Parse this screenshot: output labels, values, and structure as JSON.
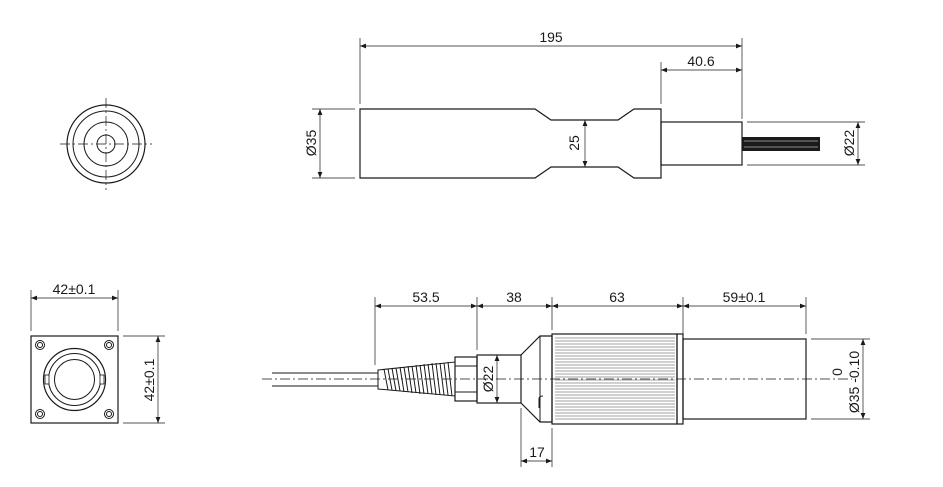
{
  "top_view": {
    "dim_length_overall": "195",
    "dim_cable_section": "40.6",
    "dim_body_diameter": "Ø35",
    "dim_neck_diameter": "25",
    "dim_cable_diameter": "Ø22"
  },
  "bottom_view": {
    "dim_flange_width": "42±0.1",
    "dim_flange_height": "42±0.1",
    "dim_strain_relief": "53.5",
    "dim_nut_section": "38",
    "dim_ribbed_section": "63",
    "dim_tube_section": "59±0.1",
    "dim_nut_diameter": "Ø22",
    "dim_tube_tolerance_upper": "0",
    "dim_tube_diameter": "Ø35 -0.10",
    "dim_nut_length": "17"
  },
  "colors": {
    "line": "#1a1a1a",
    "background": "#ffffff"
  }
}
